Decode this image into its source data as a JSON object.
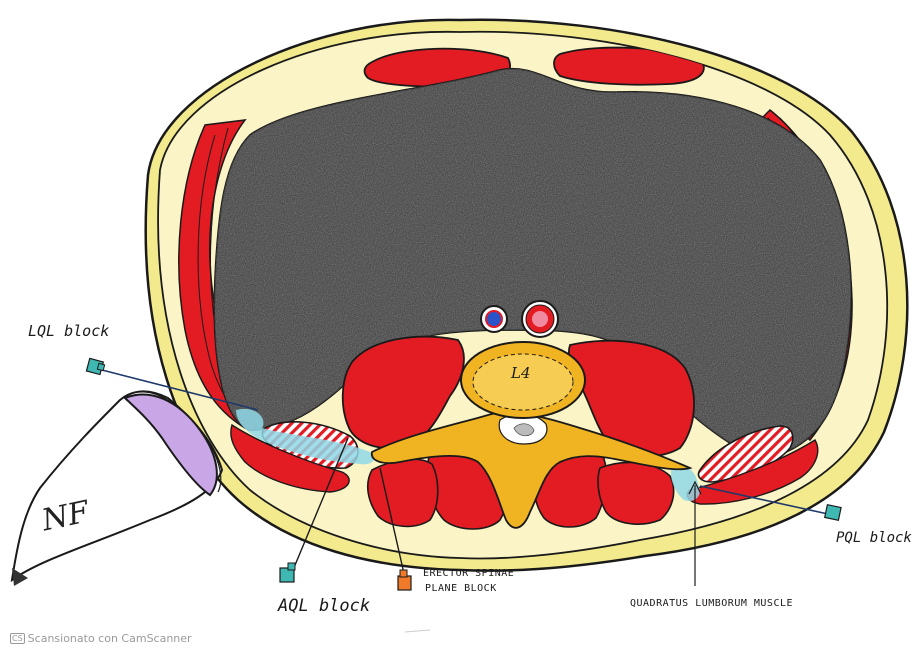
{
  "labels": {
    "lql_block": "LQL block",
    "aql_block": "AQL block",
    "pql_block": "PQL block",
    "esp_line1": "ERECTOR SPINAE",
    "esp_line2": "PLANE BLOCK",
    "ql_muscle": "QUADRATUS LUMBORUM MUSCLE",
    "vertebra": "L4",
    "probe": "NF"
  },
  "footer": {
    "badge": "CS",
    "text": "Scansionato con CamScanner"
  },
  "colors": {
    "fat": "#f3ea8e",
    "muscle": "#e31b23",
    "abdomen": "#3a3a3a",
    "bone": "#f0b321",
    "fascia_fluid": "#8fd8e8",
    "needle_hub": "#3fb8b4",
    "esp_needle": "#f07a2a",
    "probe": "#c9a6e6",
    "outline": "#1a1a1a"
  },
  "icons": [
    "lql-needle-icon",
    "aql-needle-icon",
    "pql-needle-icon",
    "esp-needle-icon",
    "ultrasound-probe-icon"
  ]
}
